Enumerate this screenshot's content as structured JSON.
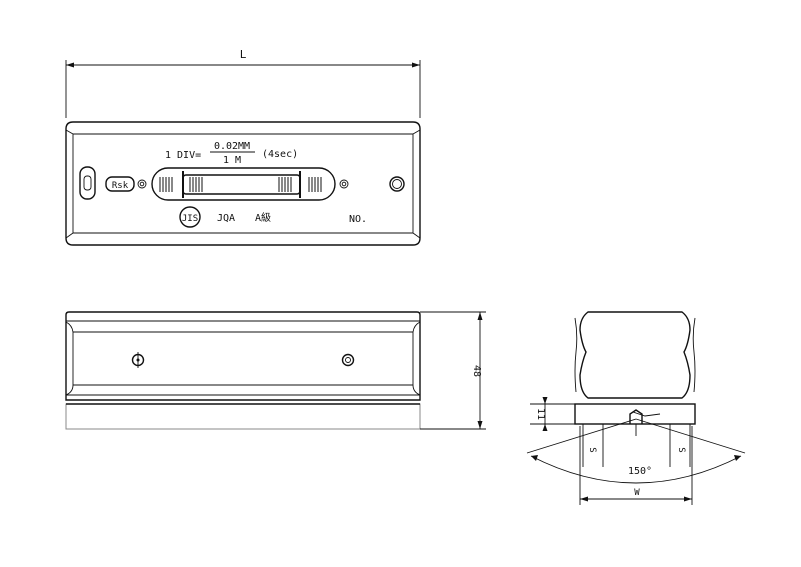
{
  "dimensions": {
    "length": "L",
    "height": "48",
    "base": "11",
    "width": "W",
    "side_gap": "S",
    "angle": "150°"
  },
  "plate": {
    "formula_prefix": "1 DIV=",
    "numerator": "0.02MM",
    "denominator": "1 M",
    "seconds": "(4sec)",
    "logo": "Rsk",
    "jis": "JIS",
    "jqa": "JQA",
    "grade": "A級",
    "number": "NO."
  }
}
